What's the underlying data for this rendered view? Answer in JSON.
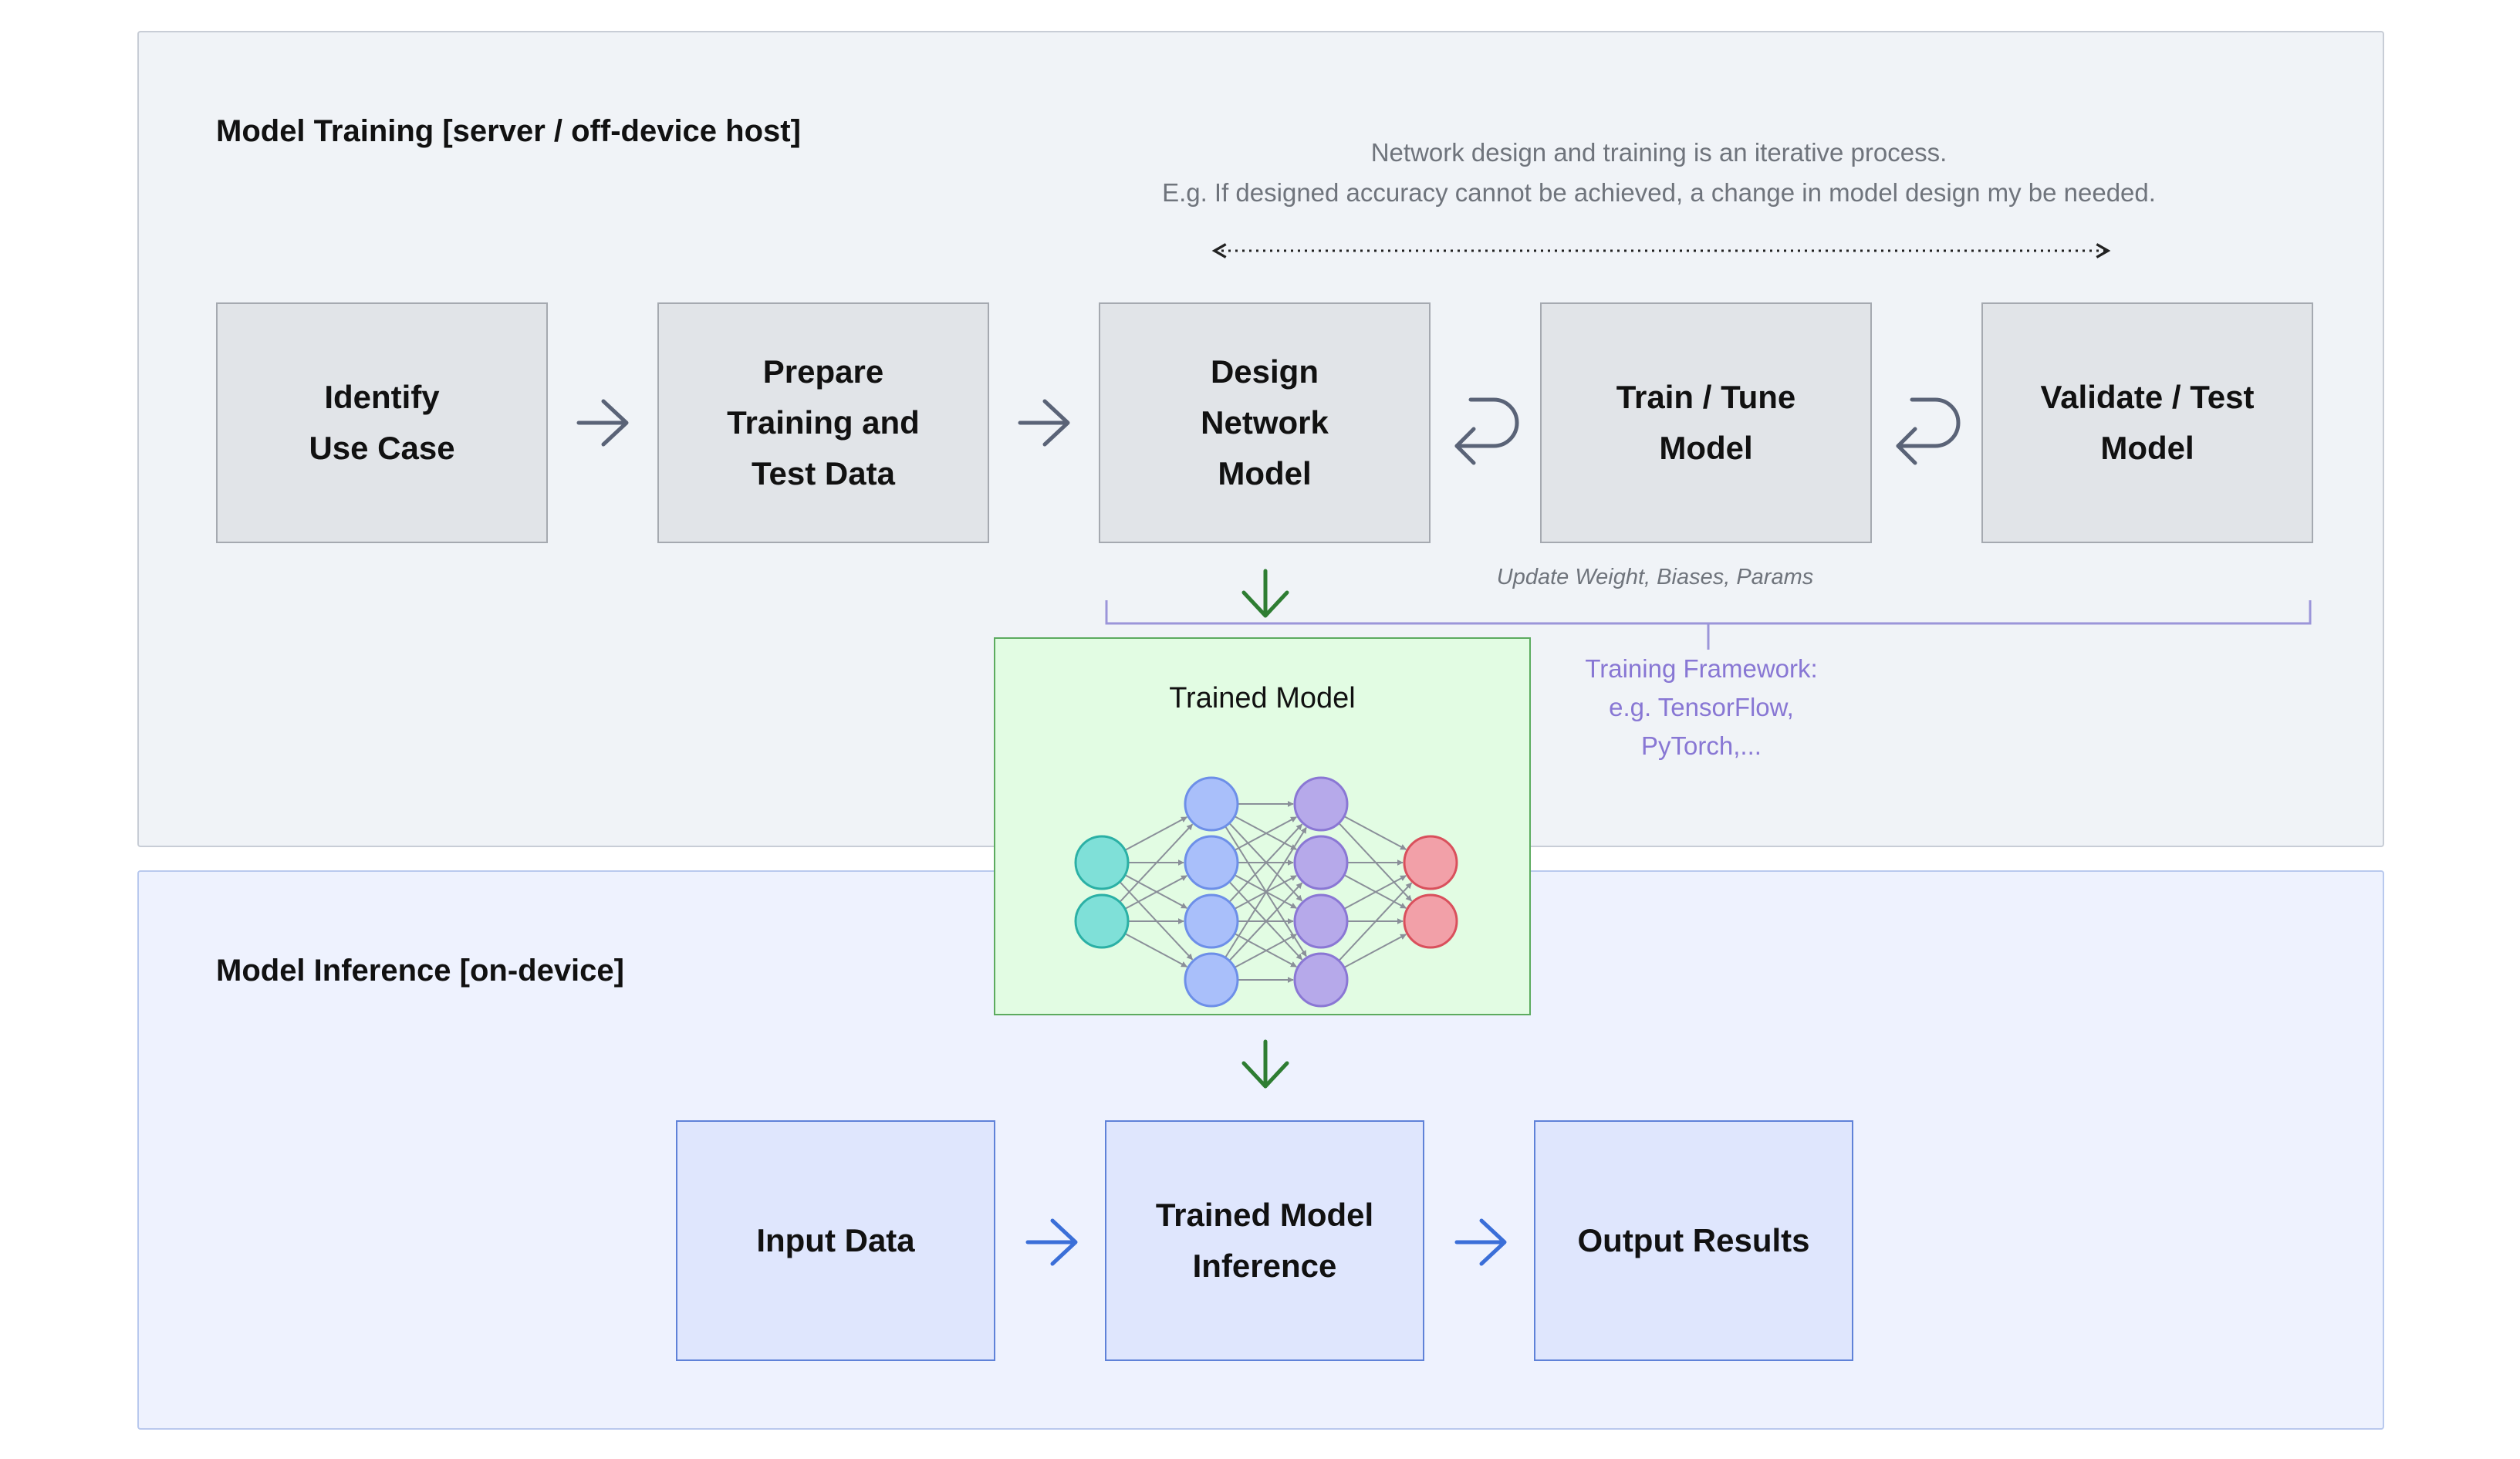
{
  "training": {
    "title": "Model Training [server / off-device host]",
    "iteration_note": "Network design and training is an iterative process.\nE.g. If designed accuracy cannot be achieved, a change in model design my be needed.",
    "steps": [
      {
        "label": "Identify\nUse Case"
      },
      {
        "label": "Prepare\nTraining and\nTest Data"
      },
      {
        "label": "Design\nNetwork\nModel"
      },
      {
        "label": "Train / Tune\nModel"
      },
      {
        "label": "Validate / Test\nModel"
      }
    ],
    "update_note": "Update Weight, Biases, Params",
    "framework_note": "Training Framework:\ne.g. TensorFlow,\nPyTorch,..."
  },
  "trained_model": {
    "title": "Trained Model",
    "network": {
      "layers": [
        2,
        4,
        4,
        2
      ]
    }
  },
  "inference": {
    "title": "Model Inference [on-device]",
    "steps": [
      {
        "label": "Input Data"
      },
      {
        "label": "Trained Model\nInference"
      },
      {
        "label": "Output Results"
      }
    ]
  },
  "colors": {
    "grey_arrow": "#5a6377",
    "green_arrow": "#2e7d32",
    "blue_arrow": "#3b6fd8",
    "bracket": "#9b95d9",
    "input_node": "#7fe0d8",
    "hidden1_node": "#a9bffa",
    "hidden2_node": "#b6a9ea",
    "output_node": "#f2a0a8"
  }
}
